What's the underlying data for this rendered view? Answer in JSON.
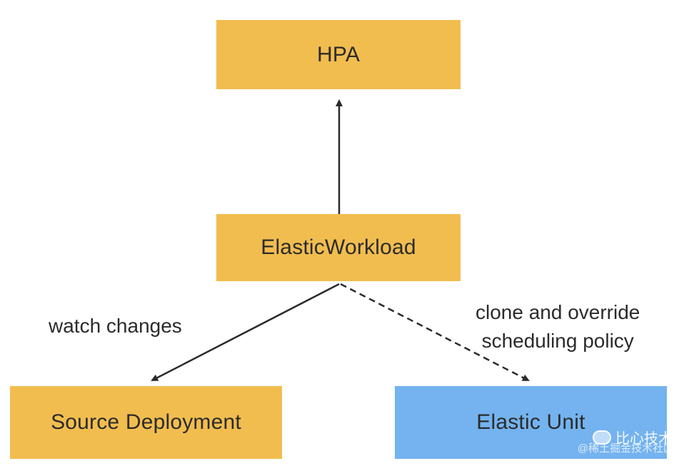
{
  "nodes": {
    "hpa": "HPA",
    "elastic_workload": "ElasticWorkload",
    "source_deployment": "Source Deployment",
    "elastic_unit": "Elastic Unit"
  },
  "edges": {
    "watch_label": "watch changes",
    "clone_label_line1": "clone and override",
    "clone_label_line2": "scheduling policy"
  },
  "watermark": {
    "brand": "比心技术",
    "sub": "@稀土掘金技术社区"
  },
  "colors": {
    "orange_node": "#f2bd4f",
    "blue_node": "#74b3ef",
    "arrow": "#2b2b2b"
  }
}
